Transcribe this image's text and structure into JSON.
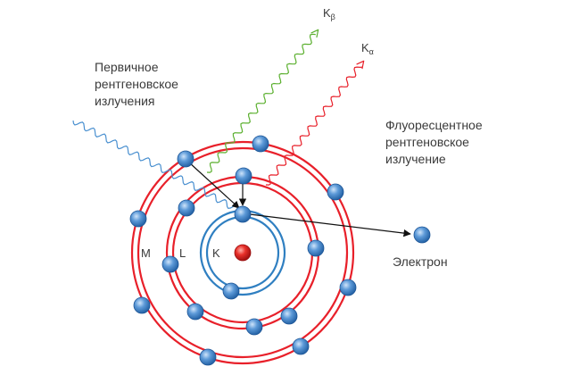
{
  "labels": {
    "primary": [
      "Первичное",
      "рентгеновское",
      "излучения"
    ],
    "fluorescent": [
      "Флуоресцентное",
      "рентгеновское",
      "излучение"
    ],
    "electron": "Электрон",
    "shell_m": "M",
    "shell_l": "L",
    "shell_k": "K",
    "k_beta_main": "K",
    "k_beta_sub": "β",
    "k_alpha_main": "K",
    "k_alpha_sub": "α"
  },
  "colors": {
    "outer_orbits": "#e8202a",
    "inner_orbit": "#2f7fc1",
    "primary_wave": "#4a90d0",
    "k_beta_wave": "#5cb030",
    "k_alpha_wave": "#e8202a",
    "electron": "#4a8ad0",
    "nucleus": "#e0201a",
    "arrows": "#111111",
    "text": "#3a3a3a"
  }
}
